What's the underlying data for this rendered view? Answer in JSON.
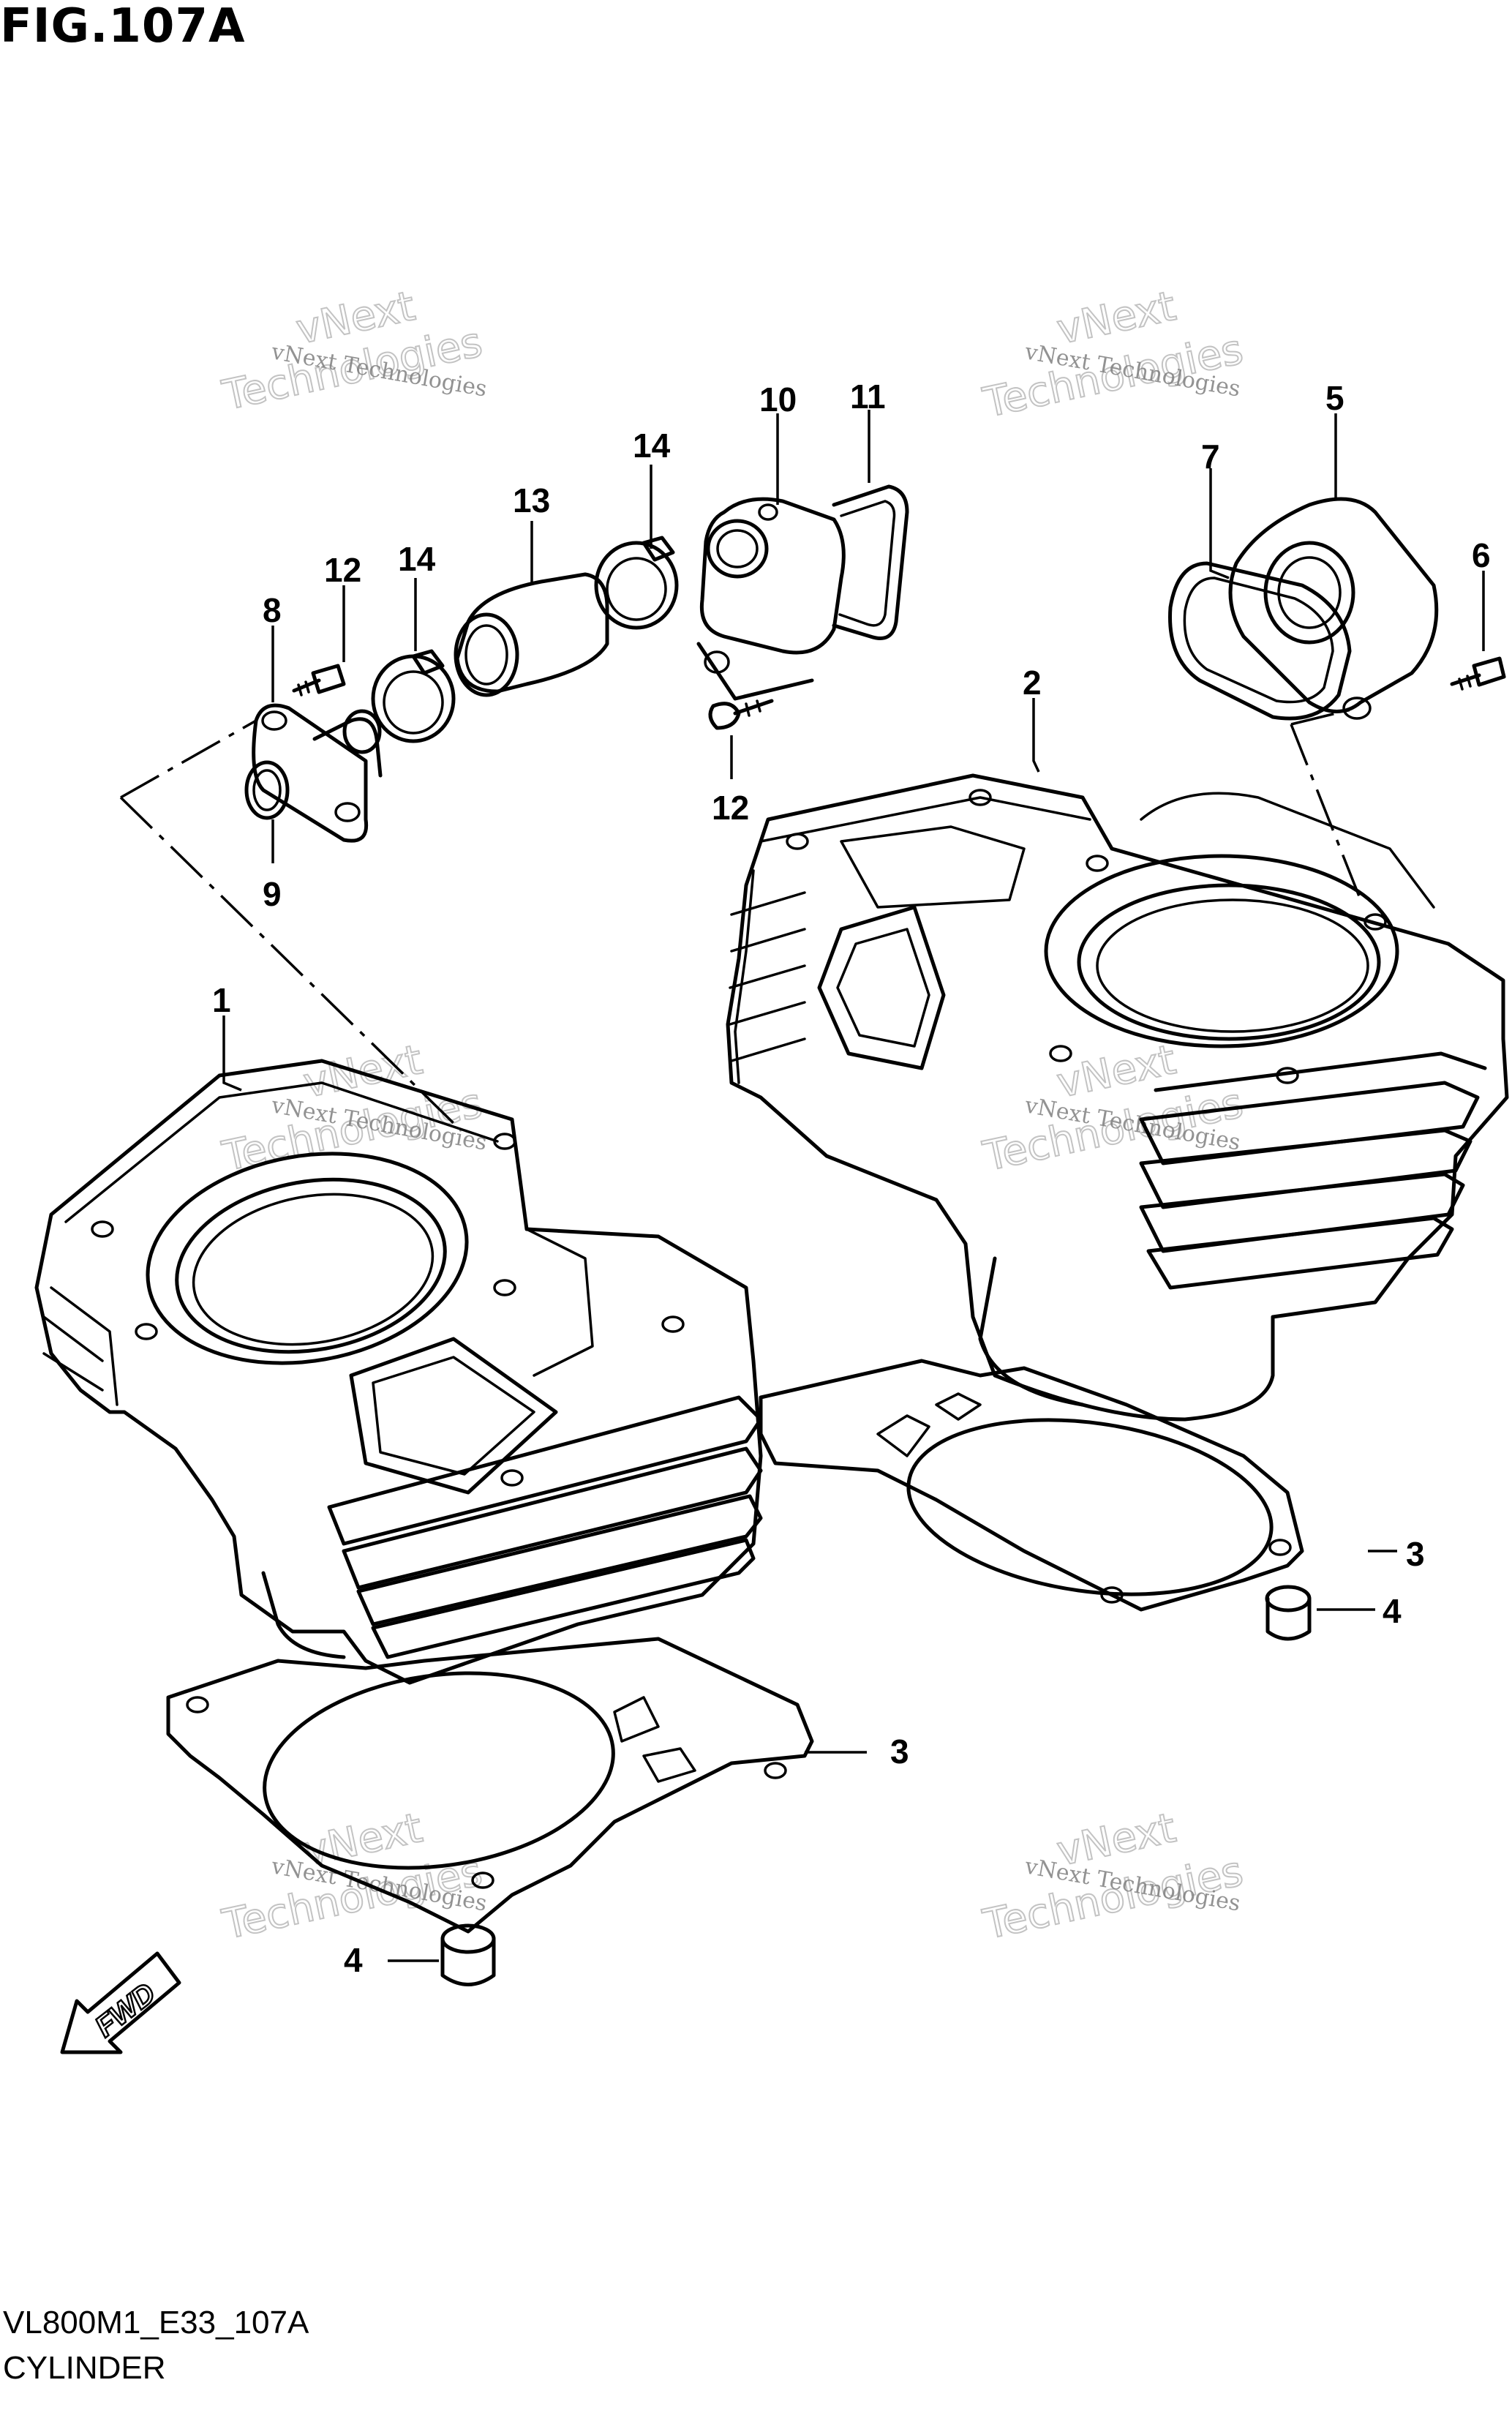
{
  "figure": {
    "title": "FIG.107A",
    "code": "VL800M1_E33_107A",
    "name": "CYLINDER"
  },
  "direction_label": "FWD",
  "watermark": {
    "line1": "vNext Technologies",
    "line2": "vNext",
    "line3": "Technologies"
  },
  "callouts": [
    {
      "id": "c1",
      "label": "1"
    },
    {
      "id": "c2",
      "label": "2"
    },
    {
      "id": "c3a",
      "label": "3"
    },
    {
      "id": "c3b",
      "label": "3"
    },
    {
      "id": "c4a",
      "label": "4"
    },
    {
      "id": "c4b",
      "label": "4"
    },
    {
      "id": "c5",
      "label": "5"
    },
    {
      "id": "c6",
      "label": "6"
    },
    {
      "id": "c7",
      "label": "7"
    },
    {
      "id": "c8",
      "label": "8"
    },
    {
      "id": "c9",
      "label": "9"
    },
    {
      "id": "c10",
      "label": "10"
    },
    {
      "id": "c11",
      "label": "11"
    },
    {
      "id": "c12a",
      "label": "12"
    },
    {
      "id": "c12b",
      "label": "12"
    },
    {
      "id": "c13",
      "label": "13"
    },
    {
      "id": "c14a",
      "label": "14"
    },
    {
      "id": "c14b",
      "label": "14"
    }
  ],
  "colors": {
    "line": "#000000",
    "background": "#ffffff",
    "watermark": "#7f7f7f"
  }
}
